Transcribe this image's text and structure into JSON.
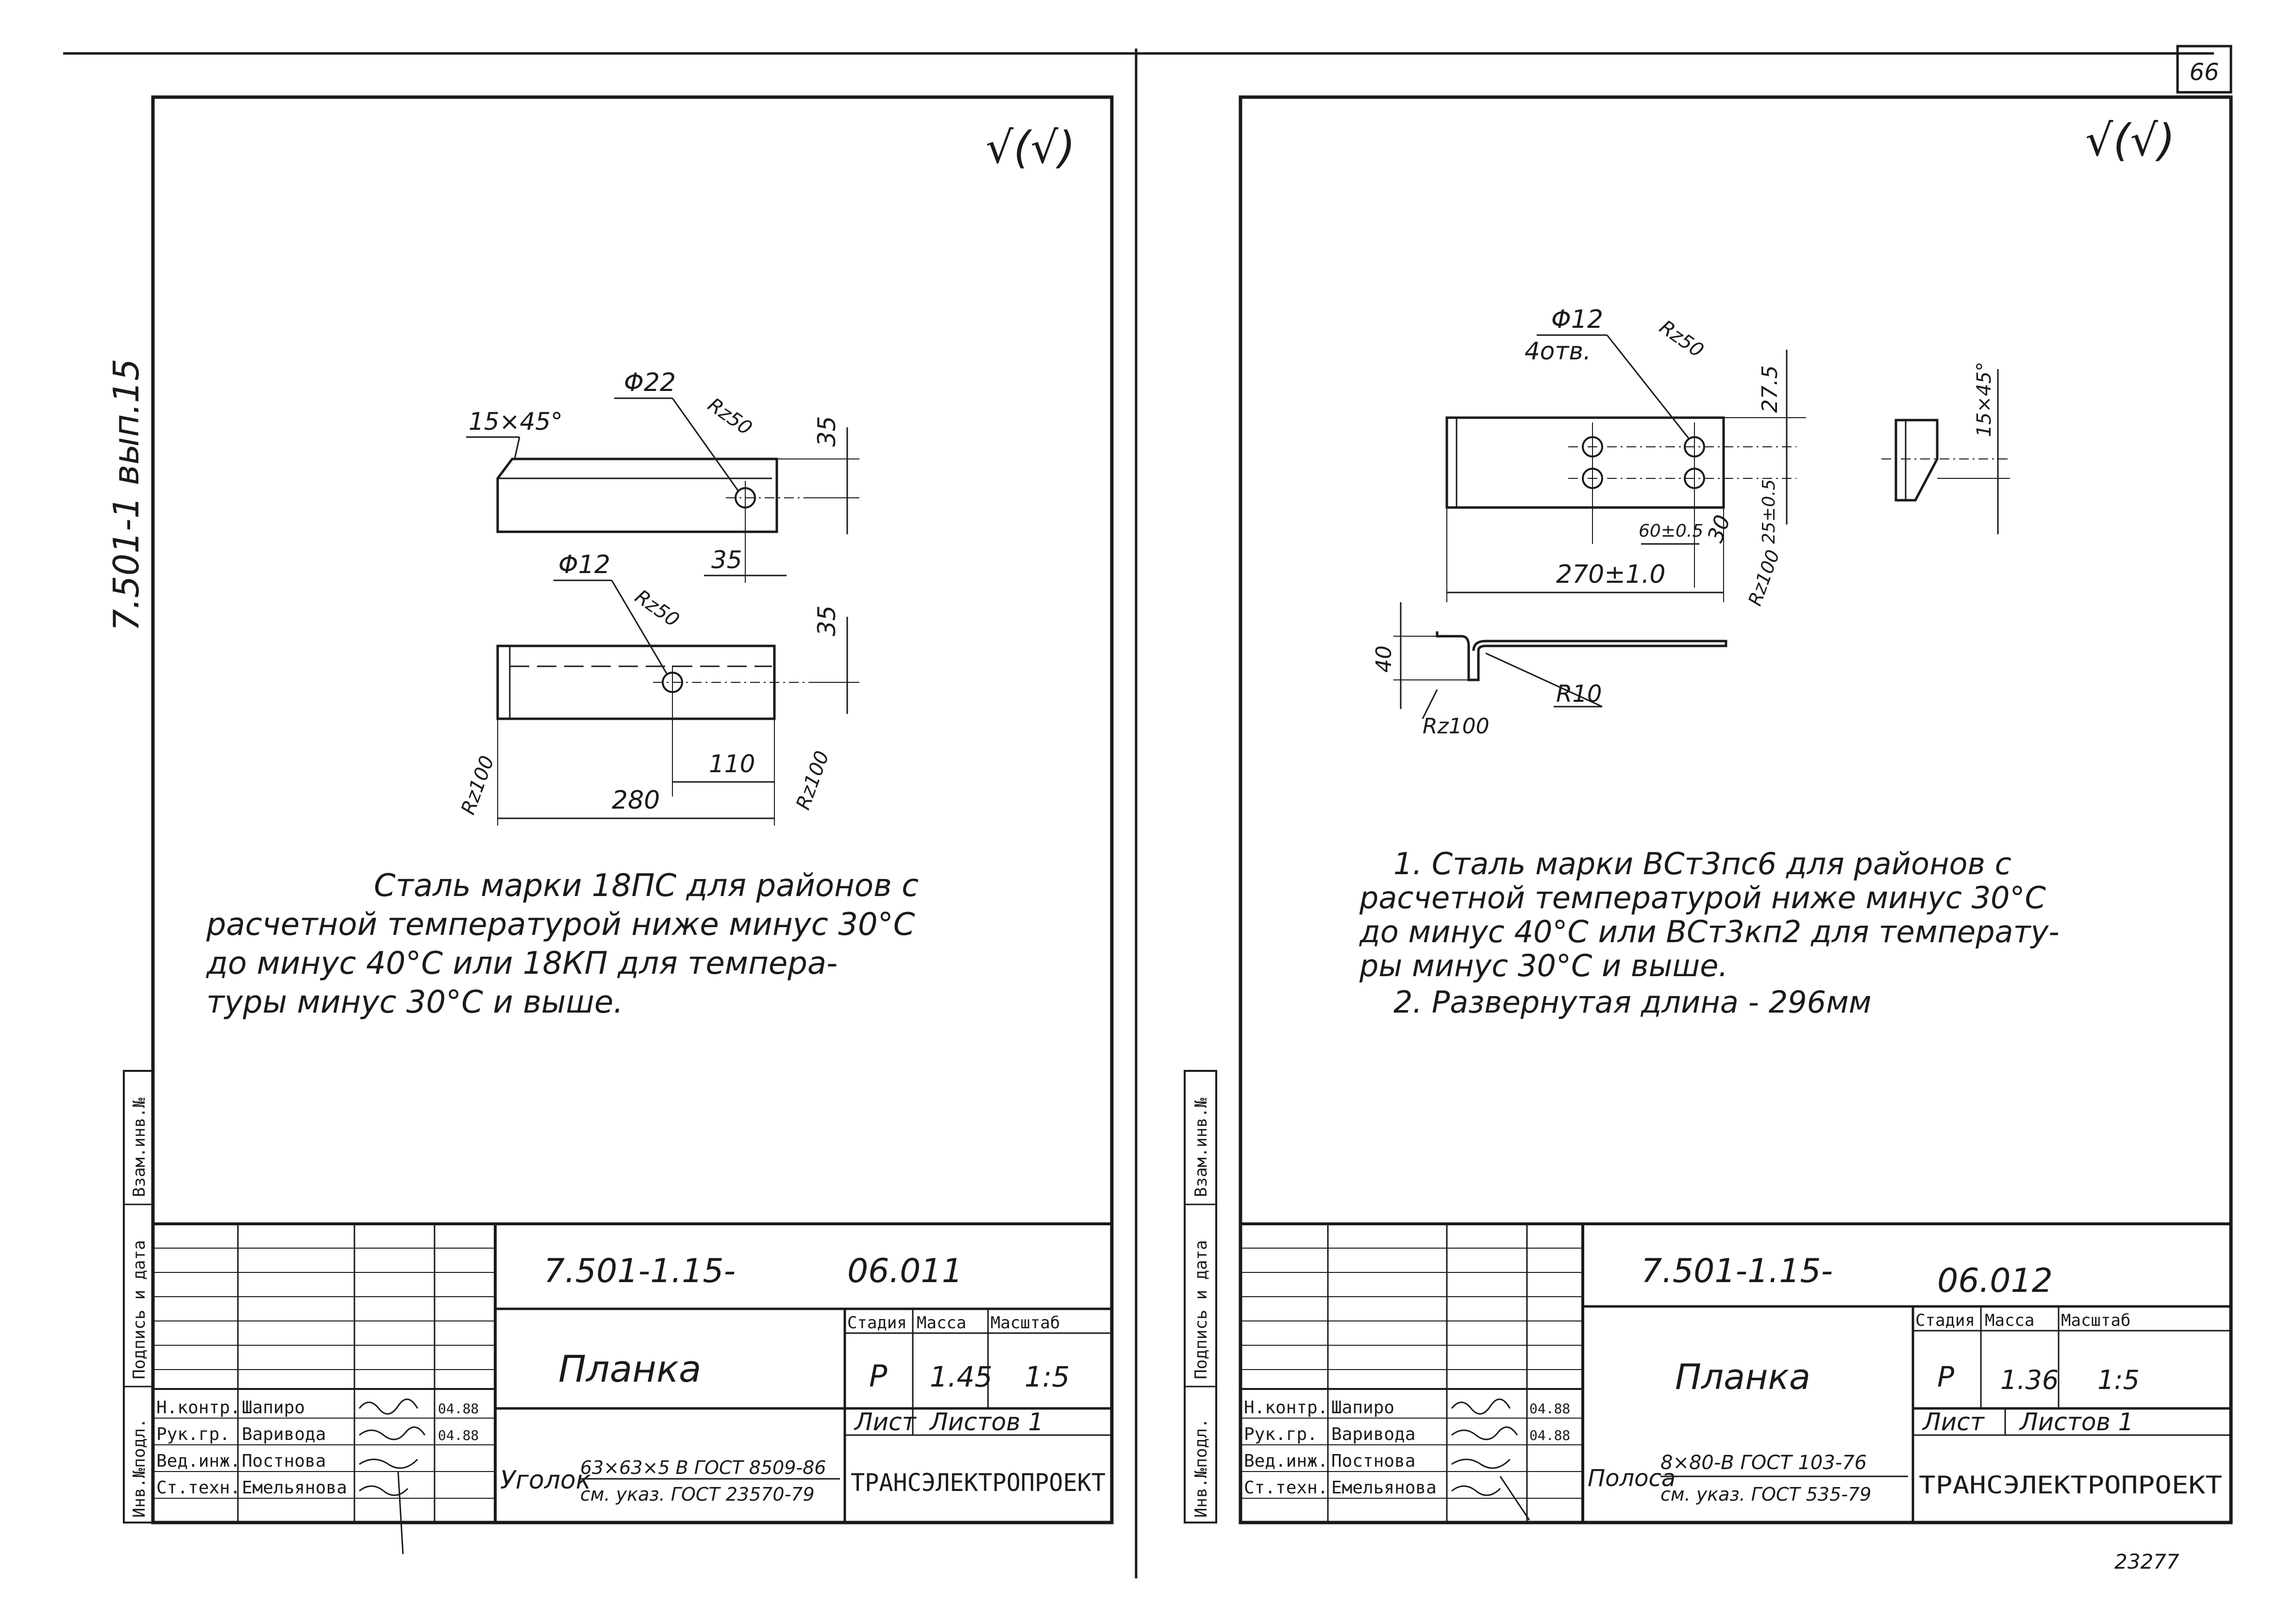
{
  "page_number": "66",
  "margin_code": "7.501-1  вып.15",
  "bottom_right_number": "23277",
  "left_sheet": {
    "roughness_mark": "√(√)",
    "part1": {
      "chamfer": "15×45°",
      "hole": "Φ22",
      "roughness": "Rz50",
      "dim_right": "35",
      "dim_bottom": "35"
    },
    "part2": {
      "hole": "Φ12",
      "roughness": "Rz50",
      "dim_right": "35",
      "dim_110": "110",
      "dim_280": "280",
      "rough_left": "Rz100",
      "rough_right": "Rz100"
    },
    "note_lines": [
      "Сталь марки  18ПС  для районов с",
      "расчетной температурой ниже минус 30°С",
      "до минус 40°С или  18КП  для темпера-",
      "туры минус 30°С и выше."
    ],
    "title_block": {
      "code": "7.501-1.15-",
      "number": "06.011",
      "name": "Планка",
      "col_stage": "Стадия",
      "col_mass": "Масса",
      "col_scale": "Масштаб",
      "stage": "Р",
      "mass": "1.45",
      "scale": "1:5",
      "sheet": "Лист",
      "sheets": "Листов 1",
      "material_prefix": "Уголок",
      "material_top": "63×63×5 В ГОСТ 8509-86",
      "material_bottom": "см. указ. ГОСТ 23570-79",
      "org": "ТРАНСЭЛЕКТРОПРОЕКТ",
      "signers": [
        {
          "role": "Н.контр.",
          "name": "Шапиро",
          "date": "04.88"
        },
        {
          "role": "Рук.гр.",
          "name": "Варивода",
          "date": "04.88"
        },
        {
          "role": "Вед.инж.",
          "name": "Постнова",
          "date": ""
        },
        {
          "role": "Ст.техн.",
          "name": "Емельянова",
          "date": ""
        }
      ],
      "side_labels": [
        "Инв.№подл.",
        "Подпись и дата",
        "Взам.инв.№"
      ]
    }
  },
  "right_sheet": {
    "roughness_mark": "√(√)",
    "hole": "Φ12",
    "hole_count": "4отв.",
    "roughness": "Rz50",
    "dim_27_5": "27.5",
    "dim_25": "25±0.5",
    "dim_60": "60±0.5",
    "dim_30": "30",
    "dim_270": "270±1.0",
    "rough_100": "Rz100",
    "chamfer": "15×45°",
    "dim_40": "40",
    "rough_bottom": "Rz100",
    "radius": "R10",
    "note_lines": [
      "1. Сталь  марки ВСт3пс6 для районов с",
      "расчетной температурой  ниже минус 30°С",
      "до минус 40°С или ВСт3кп2 для температу-",
      "ры минус 30°С и выше.",
      "2. Развернутая длина - 296мм"
    ],
    "title_block": {
      "code": "7.501-1.15-",
      "number": "06.012",
      "name": "Планка",
      "col_stage": "Стадия",
      "col_mass": "Масса",
      "col_scale": "Масштаб",
      "stage": "Р",
      "mass": "1.36",
      "scale": "1:5",
      "sheet": "Лист",
      "sheets": "Листов 1",
      "material_prefix": "Полоса",
      "material_top": "8×80-В ГОСТ 103-76",
      "material_bottom": "см. указ. ГОСТ 535-79",
      "org": "ТРАНСЭЛЕКТРОПРОЕКТ",
      "signers": [
        {
          "role": "Н.контр.",
          "name": "Шапиро",
          "date": "04.88"
        },
        {
          "role": "Рук.гр.",
          "name": "Варивода",
          "date": "04.88"
        },
        {
          "role": "Вед.инж.",
          "name": "Постнова",
          "date": ""
        },
        {
          "role": "Ст.техн.",
          "name": "Емельянова",
          "date": ""
        }
      ],
      "side_labels": [
        "Инв.№подл.",
        "Подпись и дата",
        "Взам.инв.№"
      ]
    }
  }
}
